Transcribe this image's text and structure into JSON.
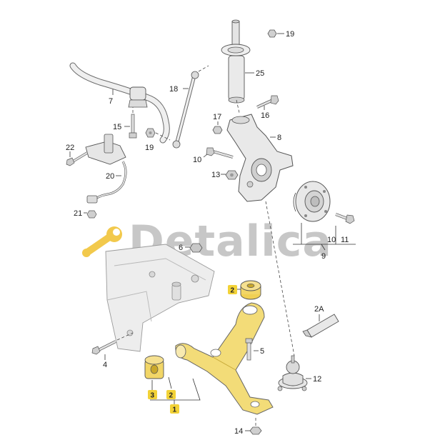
{
  "diagram": {
    "watermark": "Detalica",
    "labels": {
      "l19a": "19",
      "l25": "25",
      "l18": "18",
      "l7": "7",
      "l16": "16",
      "l17": "17",
      "l8": "8",
      "l15": "15",
      "l19b": "19",
      "l22": "22",
      "l10a": "10",
      "l13": "13",
      "l20": "20",
      "l21": "21",
      "l10b": "10",
      "l11": "11",
      "l9": "9",
      "l6": "6",
      "l2a": "2",
      "l2A": "2A",
      "l4": "4",
      "l5": "5",
      "l12": "12",
      "l3": "3",
      "l2b": "2",
      "l1": "1",
      "l14": "14"
    },
    "colors": {
      "highlight": "#f2d237",
      "arm": "#f3dd7a",
      "part": "#ececec",
      "shade": "#d6d6d6"
    }
  }
}
